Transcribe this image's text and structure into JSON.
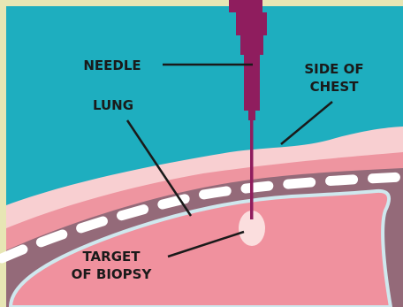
{
  "labels": {
    "needle": "NEEDLE",
    "side_of_chest": "SIDE OF\nCHEST",
    "lung": "LUNG",
    "target": "TARGET\nOF BIOPSY"
  },
  "colors": {
    "frame": "#e7e6b4",
    "background": "#1eaebf",
    "skin": "#f8cfd1",
    "tissue": "#ee95a0",
    "pleura": "#946a79",
    "lung": "#f0919e",
    "lung_edge": "#cfe8ee",
    "needle": "#8f1d5e",
    "target": "#fbdede",
    "dashes": "#ffffff",
    "leader_lines": "#1a1a1a"
  }
}
